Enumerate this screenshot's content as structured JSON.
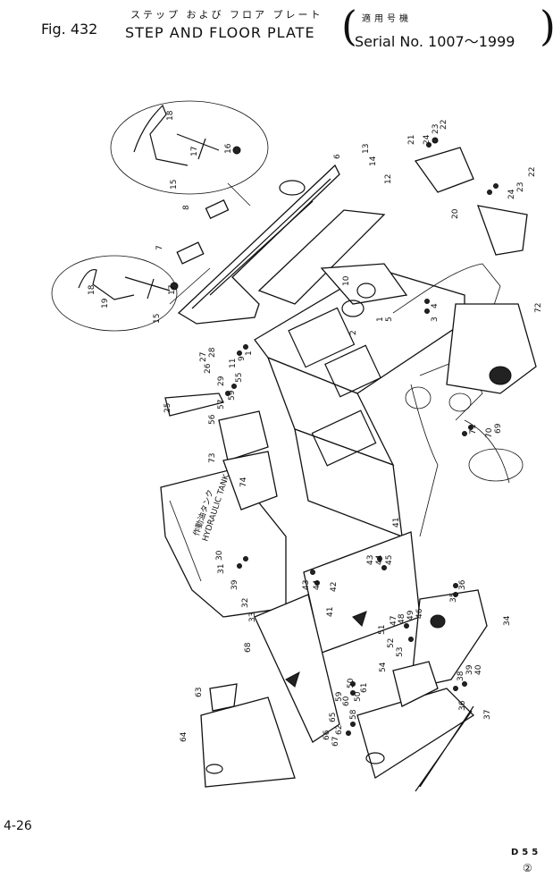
{
  "header": {
    "figure_label": "Fig. 432",
    "title_japanese": "ステップ および フロア プレート",
    "title_english": "STEP AND FLOOR PLATE",
    "serial_japanese": "適用号機",
    "serial_range": "Serial No. 1007～1999"
  },
  "footer": {
    "page_number": "4-26",
    "model_code": "D55",
    "sheet_number": "②"
  },
  "diagram": {
    "tank_label": "HYDRAULIC TANK",
    "tank_label_japanese": "作動油タンク",
    "callouts": [
      {
        "id": "c1",
        "text": "1"
      },
      {
        "id": "c2",
        "text": "2"
      },
      {
        "id": "c3",
        "text": "3"
      },
      {
        "id": "c4",
        "text": "4"
      },
      {
        "id": "c5",
        "text": "5"
      },
      {
        "id": "c6",
        "text": "6"
      },
      {
        "id": "c7",
        "text": "7"
      },
      {
        "id": "c8",
        "text": "8"
      },
      {
        "id": "c9",
        "text": "9"
      },
      {
        "id": "c10",
        "text": "10"
      },
      {
        "id": "c11",
        "text": "11"
      },
      {
        "id": "c12",
        "text": "12"
      },
      {
        "id": "c13",
        "text": "13"
      },
      {
        "id": "c14",
        "text": "14"
      },
      {
        "id": "c15",
        "text": "15"
      },
      {
        "id": "c16",
        "text": "16"
      },
      {
        "id": "c17",
        "text": "17"
      },
      {
        "id": "c18",
        "text": "18"
      },
      {
        "id": "c19",
        "text": "19"
      },
      {
        "id": "c20",
        "text": "20"
      },
      {
        "id": "c21",
        "text": "21"
      },
      {
        "id": "c22",
        "text": "22"
      },
      {
        "id": "c23",
        "text": "23"
      },
      {
        "id": "c24",
        "text": "24"
      },
      {
        "id": "c25",
        "text": "25"
      },
      {
        "id": "c26",
        "text": "26"
      },
      {
        "id": "c27",
        "text": "27"
      },
      {
        "id": "c28",
        "text": "28"
      },
      {
        "id": "c29",
        "text": "29"
      },
      {
        "id": "c30",
        "text": "30"
      },
      {
        "id": "c31",
        "text": "31"
      },
      {
        "id": "c32",
        "text": "32"
      },
      {
        "id": "c33",
        "text": "33"
      },
      {
        "id": "c34",
        "text": "34"
      },
      {
        "id": "c35",
        "text": "35"
      },
      {
        "id": "c36",
        "text": "36"
      },
      {
        "id": "c37",
        "text": "37"
      },
      {
        "id": "c38",
        "text": "38"
      },
      {
        "id": "c39",
        "text": "39"
      },
      {
        "id": "c40",
        "text": "40"
      },
      {
        "id": "c41",
        "text": "41"
      },
      {
        "id": "c42",
        "text": "42"
      },
      {
        "id": "c43",
        "text": "43"
      },
      {
        "id": "c44",
        "text": "44"
      },
      {
        "id": "c45",
        "text": "45"
      },
      {
        "id": "c46",
        "text": "46"
      },
      {
        "id": "c47",
        "text": "47"
      },
      {
        "id": "c48",
        "text": "48"
      },
      {
        "id": "c49",
        "text": "49"
      },
      {
        "id": "c50",
        "text": "50"
      },
      {
        "id": "c51",
        "text": "51"
      },
      {
        "id": "c52",
        "text": "52"
      },
      {
        "id": "c53",
        "text": "53"
      },
      {
        "id": "c54",
        "text": "54"
      },
      {
        "id": "c55",
        "text": "55"
      },
      {
        "id": "c56",
        "text": "56"
      },
      {
        "id": "c57",
        "text": "57"
      },
      {
        "id": "c58",
        "text": "58"
      },
      {
        "id": "c59",
        "text": "59"
      },
      {
        "id": "c60",
        "text": "60"
      },
      {
        "id": "c61",
        "text": "61"
      },
      {
        "id": "c62",
        "text": "62"
      },
      {
        "id": "c63",
        "text": "63"
      },
      {
        "id": "c64",
        "text": "64"
      },
      {
        "id": "c65",
        "text": "65"
      },
      {
        "id": "c66",
        "text": "66"
      },
      {
        "id": "c67",
        "text": "67"
      },
      {
        "id": "c68",
        "text": "68"
      },
      {
        "id": "c69",
        "text": "69"
      },
      {
        "id": "c70",
        "text": "70"
      },
      {
        "id": "c71",
        "text": "71"
      },
      {
        "id": "c72",
        "text": "72"
      },
      {
        "id": "c73",
        "text": "73"
      },
      {
        "id": "c74",
        "text": "74"
      }
    ]
  }
}
